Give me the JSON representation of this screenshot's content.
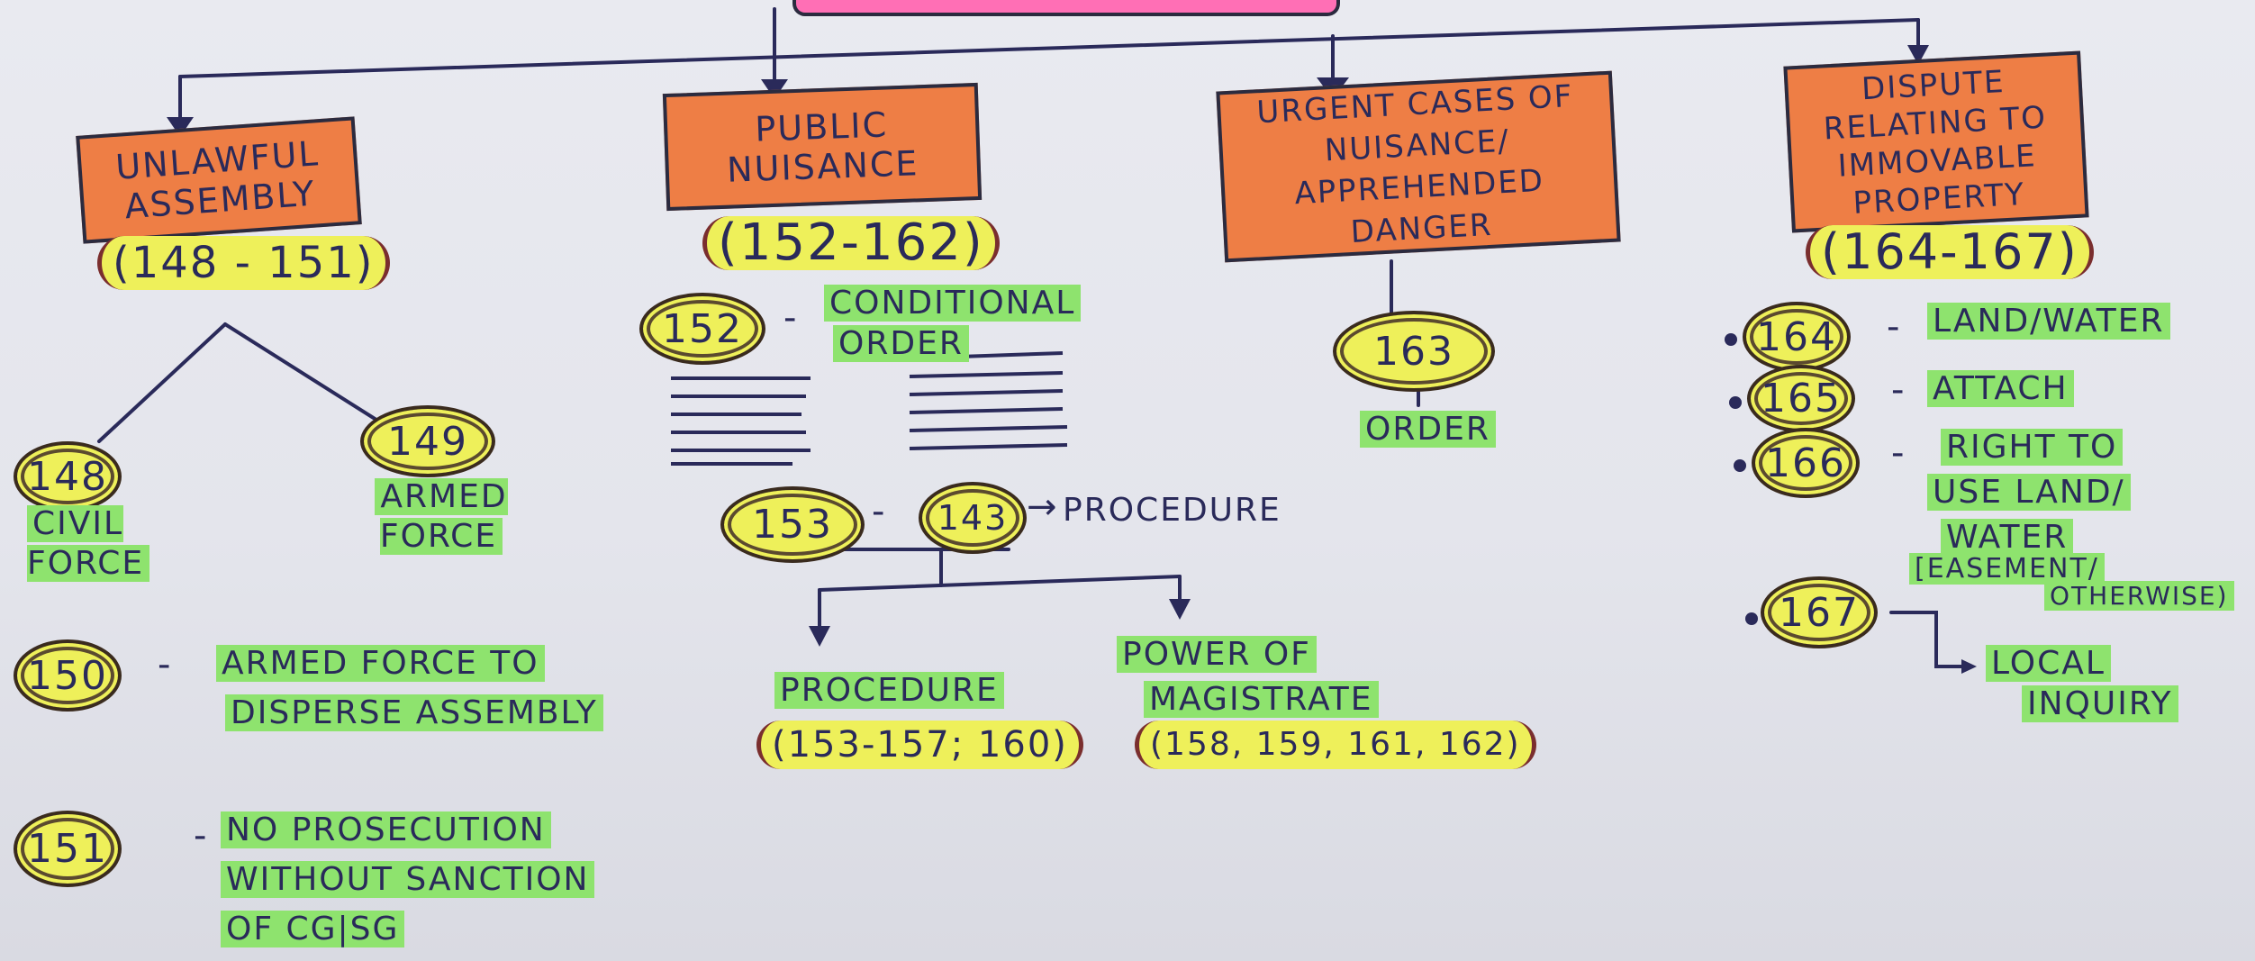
{
  "heads": {
    "unlawful": {
      "label": "UNLAWFUL ASSEMBLY",
      "range": "(148 - 151)"
    },
    "public": {
      "label": "PUBLIC NUISANCE",
      "range": "(152-162)"
    },
    "urgent": {
      "label": "URGENT CASES OF NUISANCE/ APPREHENDED DANGER"
    },
    "dispute": {
      "label": "DISPUTE RELATING TO IMMOVABLE PROPERTY",
      "range": "(164-167)"
    }
  },
  "unlawful_items": {
    "s148": {
      "num": "148",
      "text": "CIVIL FORCE"
    },
    "s149": {
      "num": "149",
      "text": "ARMED FORCE"
    },
    "s150": {
      "num": "150",
      "dash": "-",
      "text1": "ARMED FORCE TO",
      "text2": "DISPERSE ASSEMBLY"
    },
    "s151": {
      "num": "151",
      "dash": "-",
      "text1": "NO PROSECUTION",
      "text2": "WITHOUT SANCTION",
      "text3": "OF CG|SG"
    }
  },
  "public_items": {
    "s152": {
      "num": "152",
      "dash": "-",
      "text1": "CONDITIONAL",
      "text2": "ORDER"
    },
    "s153": {
      "num": "153",
      "dash": "-",
      "num2": "143",
      "arrow": "→",
      "text": "PROCEDURE"
    },
    "procedure": {
      "text": "PROCEDURE",
      "range": "(153-157; 160)"
    },
    "power": {
      "text1": "POWER OF",
      "text2": "MAGISTRATE",
      "range": "(158, 159, 161, 162)"
    }
  },
  "urgent_items": {
    "s163": {
      "num": "163",
      "text": "ORDER"
    }
  },
  "dispute_items": {
    "s164": {
      "num": "164",
      "dash": "-",
      "text": "LAND/WATER"
    },
    "s165": {
      "num": "165",
      "dash": "-",
      "text": "ATTACH"
    },
    "s166": {
      "num": "166",
      "dash": "-",
      "text1": "RIGHT TO",
      "text2": "USE LAND/",
      "text3": "WATER",
      "text4": "[EASEMENT/",
      "text5": "OTHERWISE)"
    },
    "s167": {
      "num": "167",
      "text1": "LOCAL",
      "text2": "INQUIRY"
    }
  },
  "colors": {
    "box": "#ee7e45",
    "highlight_yellow": "#eef05a",
    "highlight_green": "#8ee36e",
    "ink": "#2a2a5a",
    "top_box": "#ff6fb5"
  }
}
